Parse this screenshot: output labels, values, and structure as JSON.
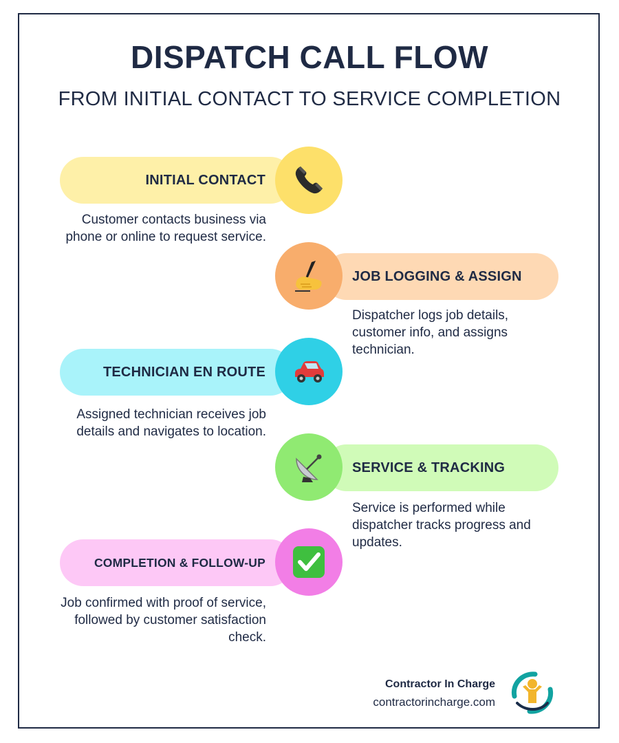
{
  "header": {
    "title": "DISPATCH CALL FLOW",
    "subtitle": "FROM INITIAL CONTACT TO SERVICE COMPLETION"
  },
  "steps": [
    {
      "label": "INITIAL CONTACT",
      "description": "Customer contacts business via phone or online to request service.",
      "icon": "telephone-icon",
      "pill_color": "#fef0a8",
      "circle_color": "#fde06a"
    },
    {
      "label": "JOB LOGGING & ASSIGN",
      "description": "Dispatcher logs job details, customer info, and assigns technician.",
      "icon": "writing-hand-icon",
      "pill_color": "#fed9b4",
      "circle_color": "#f8ad6c"
    },
    {
      "label": "TECHNICIAN EN ROUTE",
      "description": "Assigned technician receives job details and navigates to location.",
      "icon": "car-icon",
      "pill_color": "#a9f3fa",
      "circle_color": "#2fd0e6"
    },
    {
      "label": "SERVICE & TRACKING",
      "description": "Service is performed while dispatcher tracks progress and updates.",
      "icon": "satellite-dish-icon",
      "pill_color": "#d0fbb8",
      "circle_color": "#90ea72"
    },
    {
      "label": "COMPLETION & FOLLOW-UP",
      "description": "Job confirmed with proof of service, followed by customer satisfaction check.",
      "icon": "check-mark-button-icon",
      "pill_color": "#fdc8f6",
      "circle_color": "#f27ee6"
    }
  ],
  "footer": {
    "brand_name": "Contractor In Charge",
    "brand_url": "contractorincharge.com",
    "logo_icon": "contractor-in-charge-logo"
  }
}
